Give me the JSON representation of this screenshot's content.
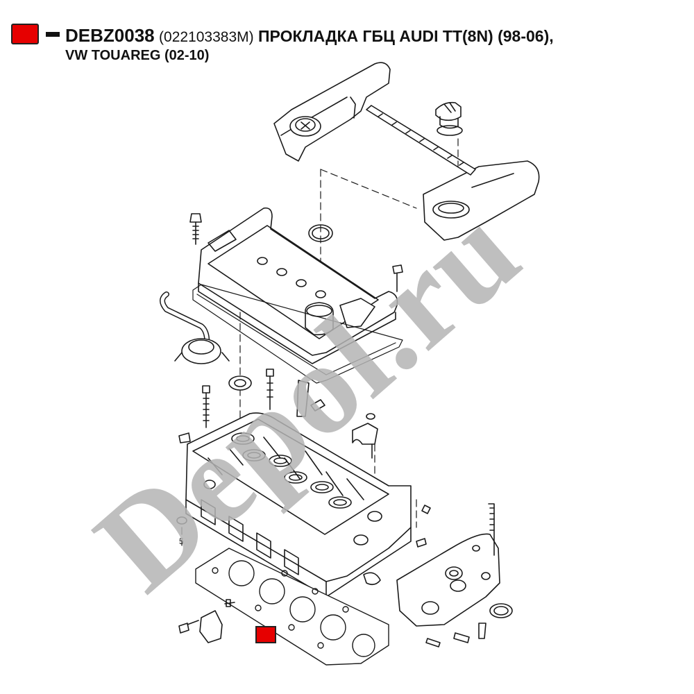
{
  "header": {
    "code": "DEBZ0038",
    "oem_number": "(022103383M)",
    "title_line1": "ПРОКЛАДКА ГБЦ AUDI TT(8N) (98-06),",
    "title_line2": "VW TOUAREG (02-10)"
  },
  "diagram": {
    "label_5": "5"
  },
  "watermark": {
    "text": "Depol.ru"
  },
  "colors": {
    "marker": "#e60000",
    "line": "#1a1a1a",
    "watermark": "#b4b4b4"
  }
}
